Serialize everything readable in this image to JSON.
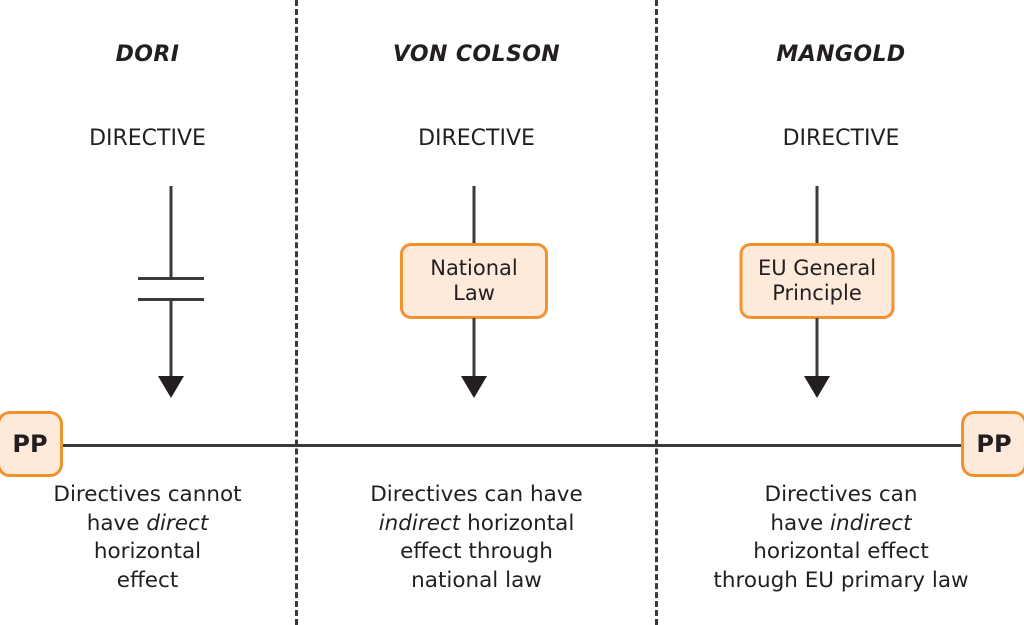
{
  "diagram": {
    "title_hidden": "Horizontal effect of EU directives — three case comparison",
    "colors": {
      "box_fill": "#fdeada",
      "box_border": "#f2922f",
      "line": "#3a3a3c",
      "text": "#231f20",
      "background": "#ffffff"
    },
    "endpoints": {
      "left_badge": "PP",
      "right_badge": "PP"
    },
    "columns": [
      {
        "id": "dori",
        "case_name": "DORI",
        "source_label": "DIRECTIVE",
        "middle_node": null,
        "blocked": true,
        "caption_plain": "Directives cannot have direct horizontal effect",
        "caption_lines": [
          {
            "before": "Directives cannot",
            "emphasis": "",
            "after": ""
          },
          {
            "before": "have ",
            "emphasis": "direct",
            "after": ""
          },
          {
            "before": "horizontal",
            "emphasis": "",
            "after": ""
          },
          {
            "before": "effect",
            "emphasis": "",
            "after": ""
          }
        ]
      },
      {
        "id": "von-colson",
        "case_name": "VON COLSON",
        "source_label": "DIRECTIVE",
        "middle_node": "National Law",
        "blocked": false,
        "caption_plain": "Directives can have indirect horizontal effect through national law",
        "caption_lines": [
          {
            "before": "Directives can have",
            "emphasis": "",
            "after": ""
          },
          {
            "before": "",
            "emphasis": "indirect",
            "after": " horizontal"
          },
          {
            "before": "effect through",
            "emphasis": "",
            "after": ""
          },
          {
            "before": "national law",
            "emphasis": "",
            "after": ""
          }
        ]
      },
      {
        "id": "mangold",
        "case_name": "MANGOLD",
        "source_label": "DIRECTIVE",
        "middle_node": "EU General Principle",
        "blocked": false,
        "caption_plain": "Directives can have indirect horizontal effect through EU primary law",
        "caption_lines": [
          {
            "before": "Directives can",
            "emphasis": "",
            "after": ""
          },
          {
            "before": "have ",
            "emphasis": "indirect",
            "after": ""
          },
          {
            "before": "horizontal effect",
            "emphasis": "",
            "after": ""
          },
          {
            "before": "through EU primary law",
            "emphasis": "",
            "after": ""
          }
        ]
      }
    ]
  }
}
